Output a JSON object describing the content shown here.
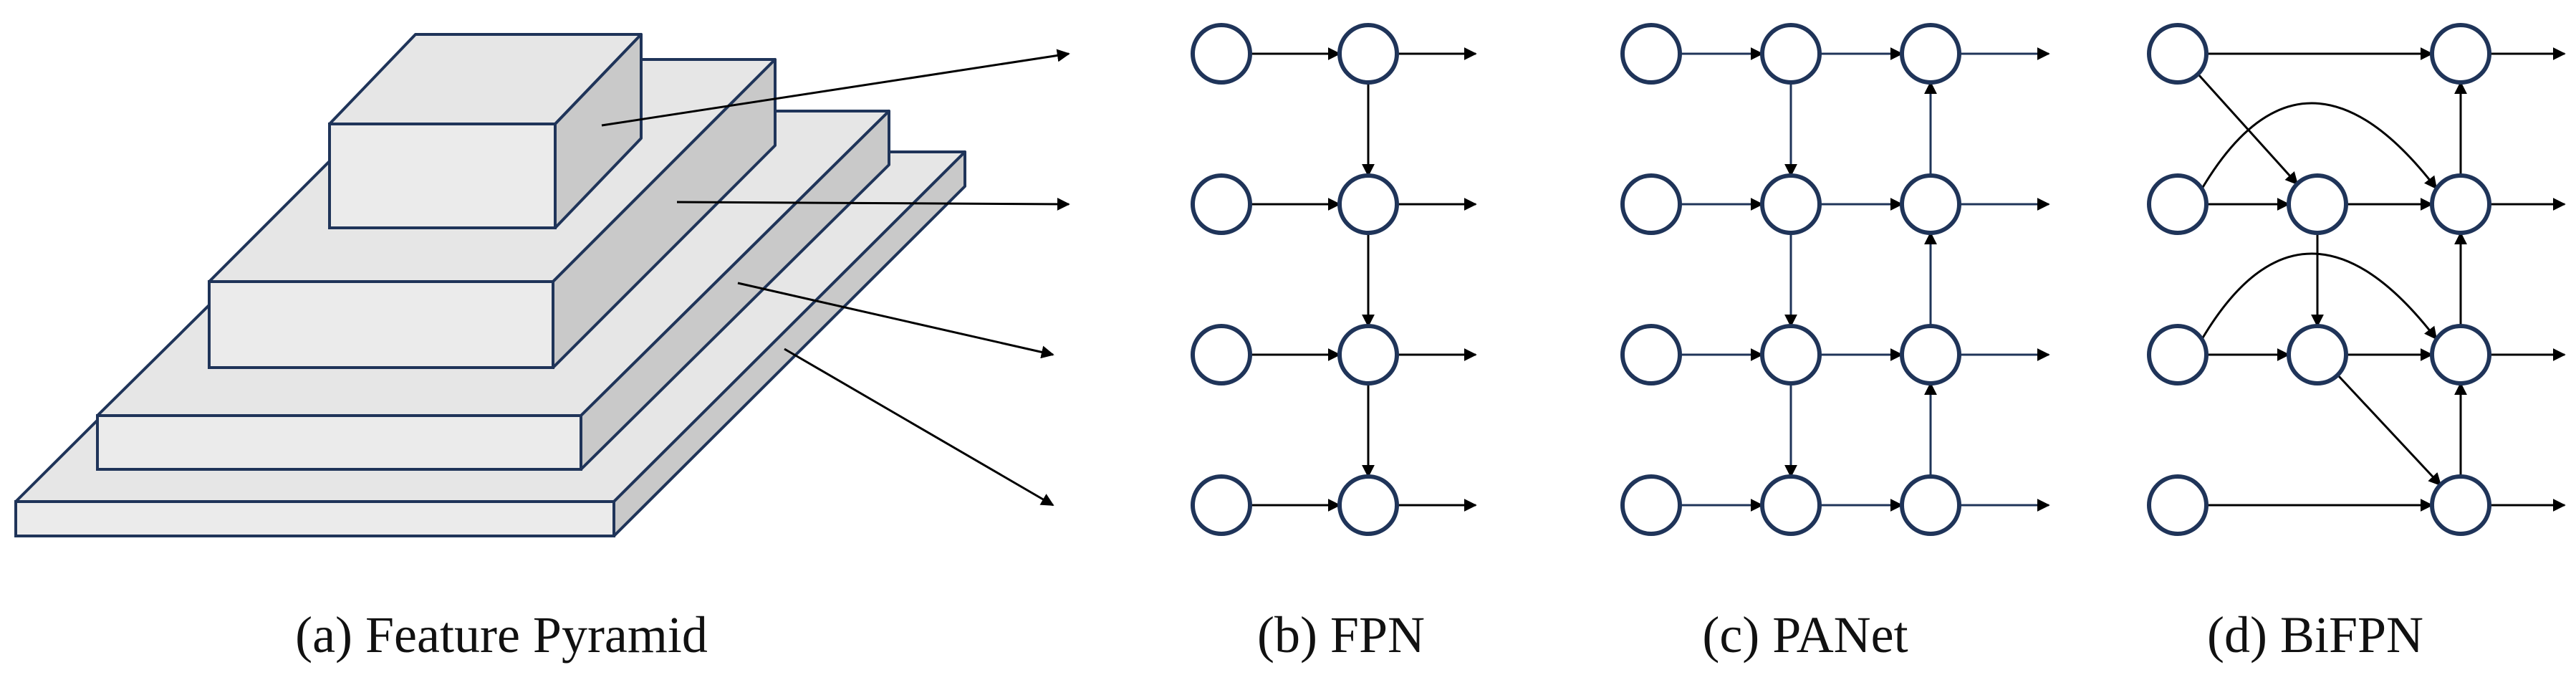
{
  "colors": {
    "node_stroke": "#1f3459",
    "edge": "#1f3459",
    "edge_black": "#000000",
    "layer_fill": "#e6e6e6",
    "layer_side": "#c9c9c9"
  },
  "panels": {
    "a": {
      "caption": "(a) Feature Pyramid"
    },
    "b": {
      "caption": "(b) FPN"
    },
    "c": {
      "caption": "(c) PANet"
    },
    "d": {
      "caption": "(d) BiFPN"
    }
  }
}
